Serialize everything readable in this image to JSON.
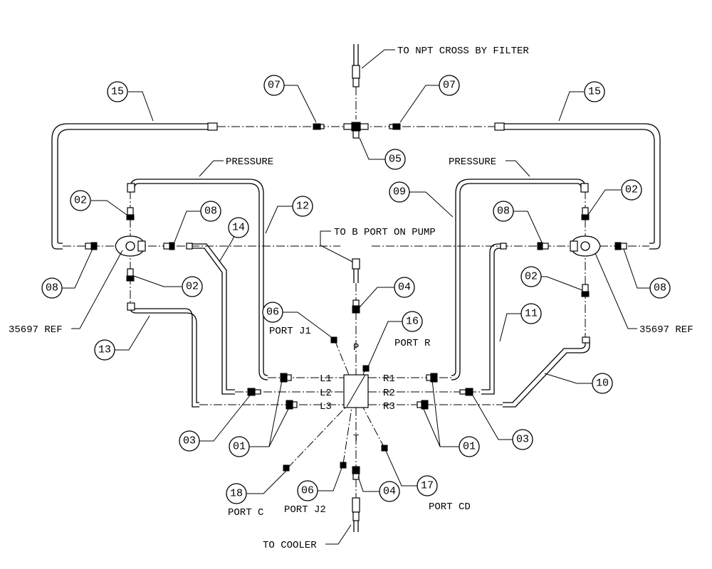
{
  "labels": {
    "to_npt_cross": "TO NPT CROSS BY FILTER",
    "pressure_left": "PRESSURE",
    "pressure_right": "PRESSURE",
    "to_b_port": "TO B PORT ON PUMP",
    "port_j1": "PORT J1",
    "port_r": "PORT R",
    "port_c": "PORT C",
    "port_j2": "PORT J2",
    "port_cd": "PORT CD",
    "to_cooler": "TO COOLER",
    "ref_left": "35697 REF",
    "ref_right": "35697 REF",
    "p": "P",
    "t": "T",
    "l1": "L1",
    "l2": "L2",
    "l3": "L3",
    "r1": "R1",
    "r2": "R2",
    "r3": "R3"
  },
  "balloons": {
    "b15_left": "15",
    "b07_left": "07",
    "b07_right": "07",
    "b15_right": "15",
    "b05": "05",
    "b09": "09",
    "b02_ul": "02",
    "b02_ur": "02",
    "b08_ml": "08",
    "b14": "14",
    "b12": "12",
    "b08_mr": "08",
    "b08_ll": "08",
    "b02_ll": "02",
    "b02_lr": "02",
    "b08_lr": "08",
    "b04_top": "04",
    "b11": "11",
    "b06_top": "06",
    "b16": "16",
    "b13": "13",
    "b10": "10",
    "b03_left": "03",
    "b01_left": "01",
    "b01_right": "01",
    "b03_right": "03",
    "b18": "18",
    "b06_bottom": "06",
    "b04_bottom": "04",
    "b17": "17"
  }
}
